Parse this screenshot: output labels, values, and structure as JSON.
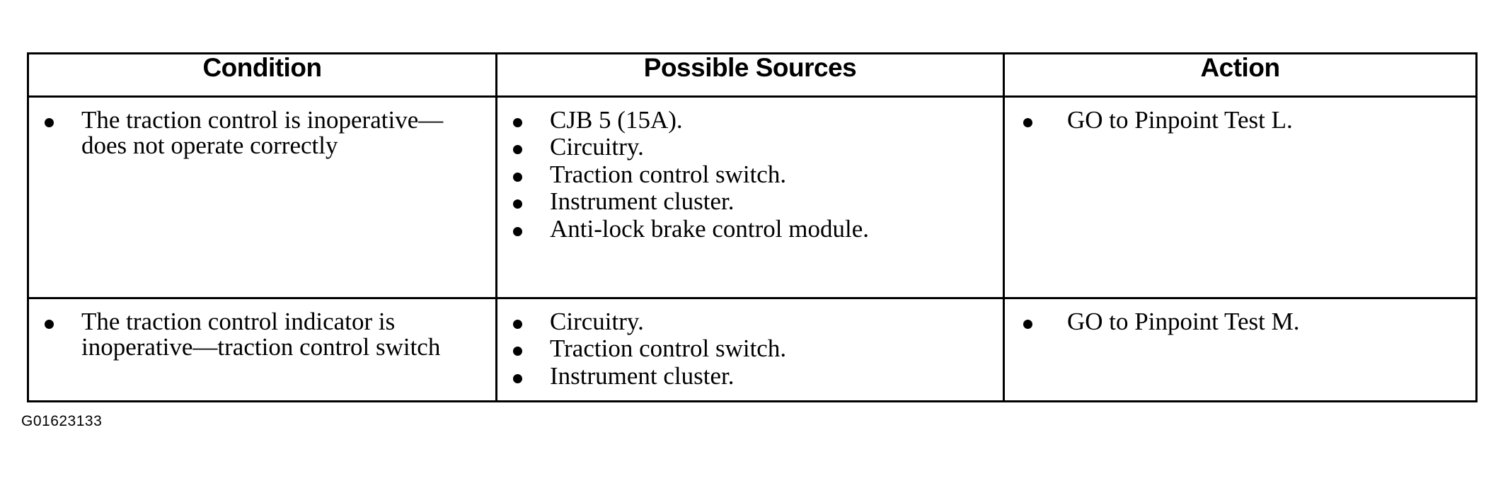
{
  "document": {
    "caption": "G01623133"
  },
  "table": {
    "headers": [
      {
        "label": "Condition"
      },
      {
        "label": "Possible Sources"
      },
      {
        "label": "Action"
      }
    ],
    "rows": [
      {
        "condition": [
          "The traction control is inoperative—does not operate correctly"
        ],
        "sources": [
          "CJB 5 (15A).",
          "Circuitry.",
          "Traction control switch.",
          "Instrument cluster.",
          "Anti-lock brake control module."
        ],
        "action": [
          "GO to Pinpoint Test L."
        ]
      },
      {
        "condition": [
          "The traction control indicator is inoperative—traction control switch"
        ],
        "sources": [
          "Circuitry.",
          "Traction control switch.",
          "Instrument cluster."
        ],
        "action": [
          "GO to Pinpoint Test M."
        ]
      }
    ]
  },
  "colors": {
    "border": "#000000",
    "text": "#000000",
    "background": "#ffffff"
  }
}
